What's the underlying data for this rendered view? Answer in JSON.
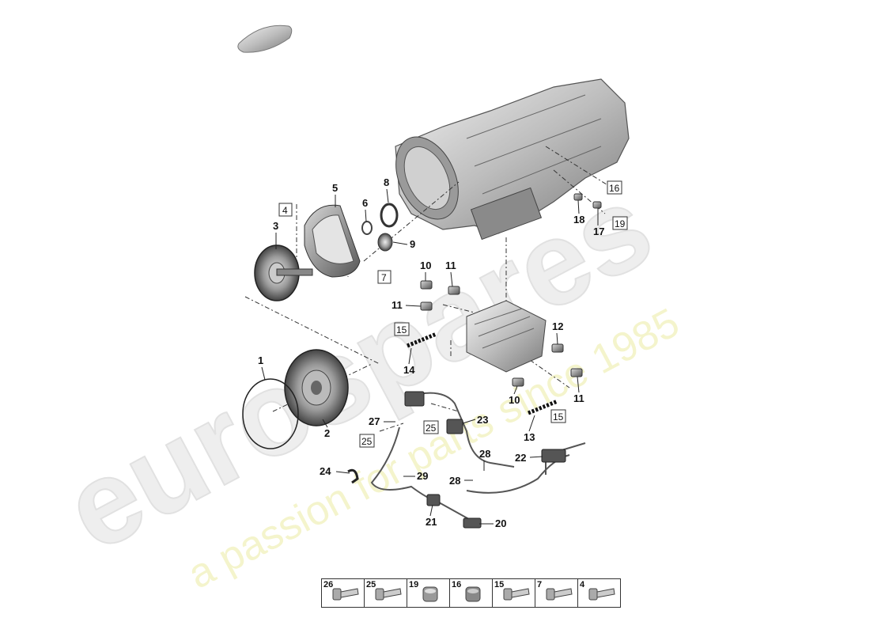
{
  "watermark": {
    "brand": "eurospares",
    "tagline": "a passion for parts since 1985",
    "brand_color": "#e8e8e8",
    "tagline_color": "#f4f4c8"
  },
  "callouts": [
    "1",
    "2",
    "3",
    "5",
    "6",
    "8",
    "9",
    "10",
    "11",
    "11",
    "12",
    "14",
    "10",
    "11",
    "13",
    "17",
    "18",
    "20",
    "21",
    "22",
    "23",
    "24",
    "27",
    "28",
    "28",
    "29"
  ],
  "boxed_labels": [
    "4",
    "7",
    "15",
    "16",
    "19",
    "15",
    "25",
    "25"
  ],
  "legend": [
    {
      "number": "26",
      "icon": "bolt-icon"
    },
    {
      "number": "25",
      "icon": "bolt-icon"
    },
    {
      "number": "19",
      "icon": "plug-icon"
    },
    {
      "number": "16",
      "icon": "plug-icon"
    },
    {
      "number": "15",
      "icon": "bolt-icon"
    },
    {
      "number": "7",
      "icon": "bolt-icon"
    },
    {
      "number": "4",
      "icon": "bolt-icon"
    }
  ]
}
